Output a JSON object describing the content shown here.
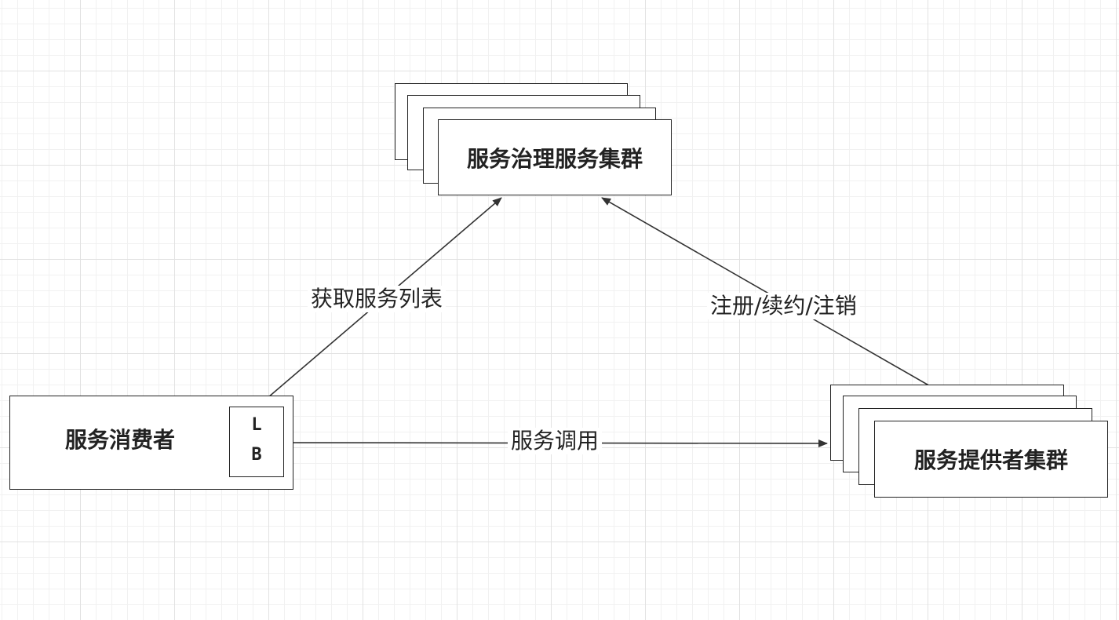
{
  "nodes": {
    "governance_cluster": {
      "label": "服务治理服务集群"
    },
    "consumer": {
      "label": "服务消费者",
      "lb_top": "L",
      "lb_bottom": "B"
    },
    "provider_cluster": {
      "label": "服务提供者集群"
    }
  },
  "edges": {
    "fetch_service_list": {
      "label": "获取服务列表"
    },
    "register_renew_deregister": {
      "label": "注册/续约/注销"
    },
    "service_call": {
      "label": "服务调用"
    }
  },
  "colors": {
    "line": "#333333",
    "box_border": "#222222",
    "grid_major": "#e2e2e2",
    "grid_minor": "#f1f1f1"
  }
}
